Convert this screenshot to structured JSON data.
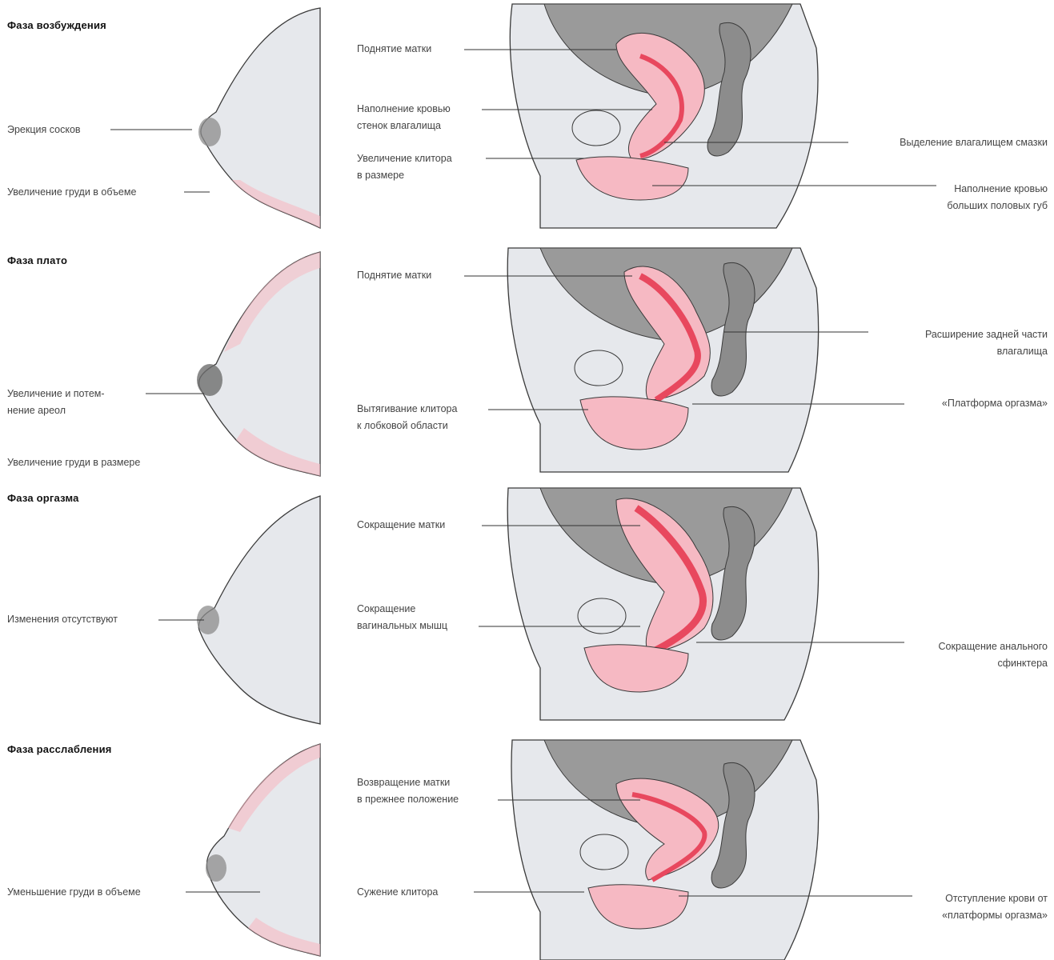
{
  "phases": [
    {
      "title": "Фаза возбуждения",
      "breast_labels": [
        "Эрекция сосков",
        "Увеличение груди в объеме"
      ],
      "pelvis_left_labels": [
        "Поднятие матки",
        "Наполнение кровью\nстенок влагалища",
        "Увеличение клитора\nв размере"
      ],
      "pelvis_right_labels": [
        "Выделение влагалищем смазки",
        "Наполнение кровью\nбольших половых губ"
      ]
    },
    {
      "title": "Фаза плато",
      "breast_labels": [
        "Увеличение и потем-\nнение ареол",
        "Увеличение груди в размере"
      ],
      "pelvis_left_labels": [
        "Поднятие матки",
        "Вытягивание клитора\nк лобковой области"
      ],
      "pelvis_right_labels": [
        "Расширение задней части\nвлагалища",
        "«Платформа оргазма»"
      ]
    },
    {
      "title": "Фаза оргазма",
      "breast_labels": [
        "Изменения отсутствуют"
      ],
      "pelvis_left_labels": [
        "Сокращение матки",
        "Сокращение\nвагинальных мышц"
      ],
      "pelvis_right_labels": [
        "Сокращение анального\nсфинктера"
      ]
    },
    {
      "title": "Фаза расслабления",
      "breast_labels": [
        "Уменьшение груди в объеме"
      ],
      "pelvis_left_labels": [
        "Возвращение матки\nв прежнее положение",
        "Сужение клитора"
      ],
      "pelvis_right_labels": [
        "Отступление крови от\n«платформы оргазма»"
      ]
    }
  ],
  "colors": {
    "skin": "#e6e8ec",
    "shade": "#8c8c8c",
    "organ_pink": "#f6b9c3",
    "organ_red": "#e8485e",
    "outline": "#3a3a3a"
  }
}
